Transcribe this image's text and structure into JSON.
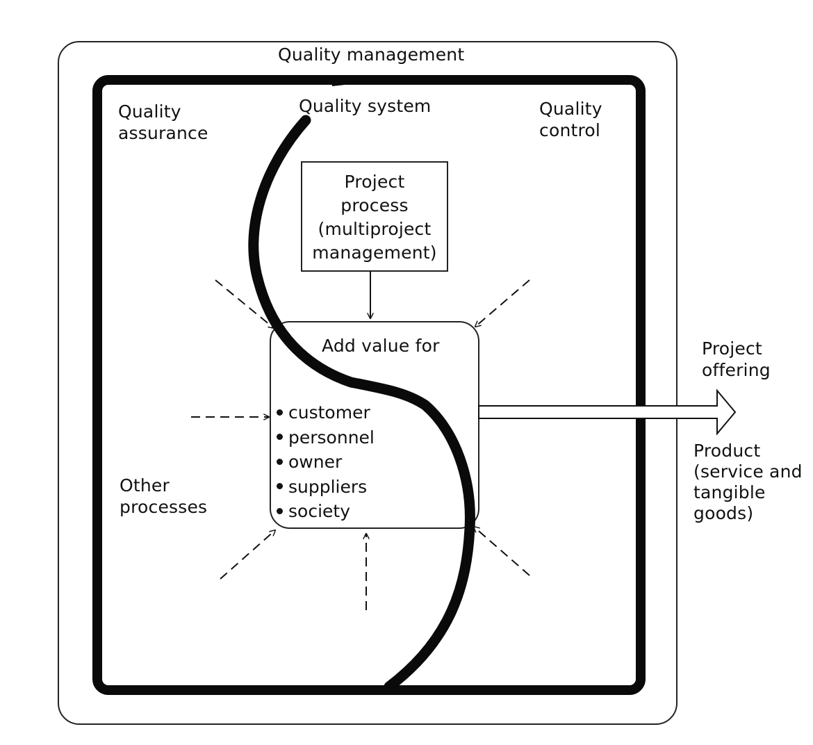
{
  "diagram": {
    "outer_title": "Quality management",
    "inner_title": "Quality system",
    "left_top_label": [
      "Quality",
      "assurance"
    ],
    "right_top_label": [
      "Quality",
      "control"
    ],
    "project_box": [
      "Project",
      "process",
      "(multiproject",
      "management)"
    ],
    "center_heading": "Add value for",
    "stakeholders": [
      "customer",
      "personnel",
      "owner",
      "suppliers",
      "society"
    ],
    "other_processes": [
      "Other",
      "processes"
    ],
    "project_offering": [
      "Project",
      "offering"
    ],
    "product": [
      "Product",
      "(service and",
      "tangible",
      "goods)"
    ]
  }
}
